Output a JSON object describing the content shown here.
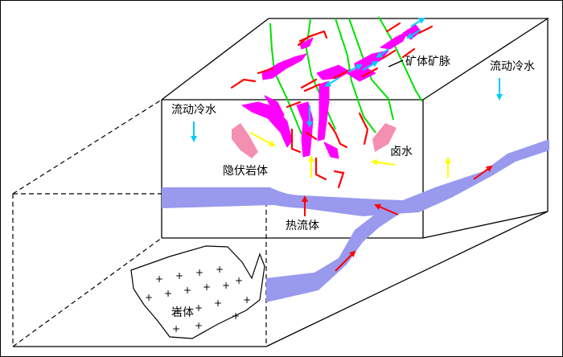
{
  "labels": {
    "ore_vein": "矿体矿脉",
    "cold_water_top_right": "流动冷水",
    "cold_water_front": "流动冷水",
    "concealed_intrusion": "隐伏岩体",
    "brine": "卤水",
    "hydrothermal_fluid": "热流体",
    "intrusion": "岩体"
  },
  "colors": {
    "ore_vein": "#ff00ff",
    "intrusion_body": "#f48fb1",
    "fault": "#ff0000",
    "fracture": "#00e000",
    "cold_water_arrow": "#00ccff",
    "brine_arrow": "#ffff00",
    "fluid_channel": "#9999ee",
    "fluid_arrow": "#ff0000"
  }
}
